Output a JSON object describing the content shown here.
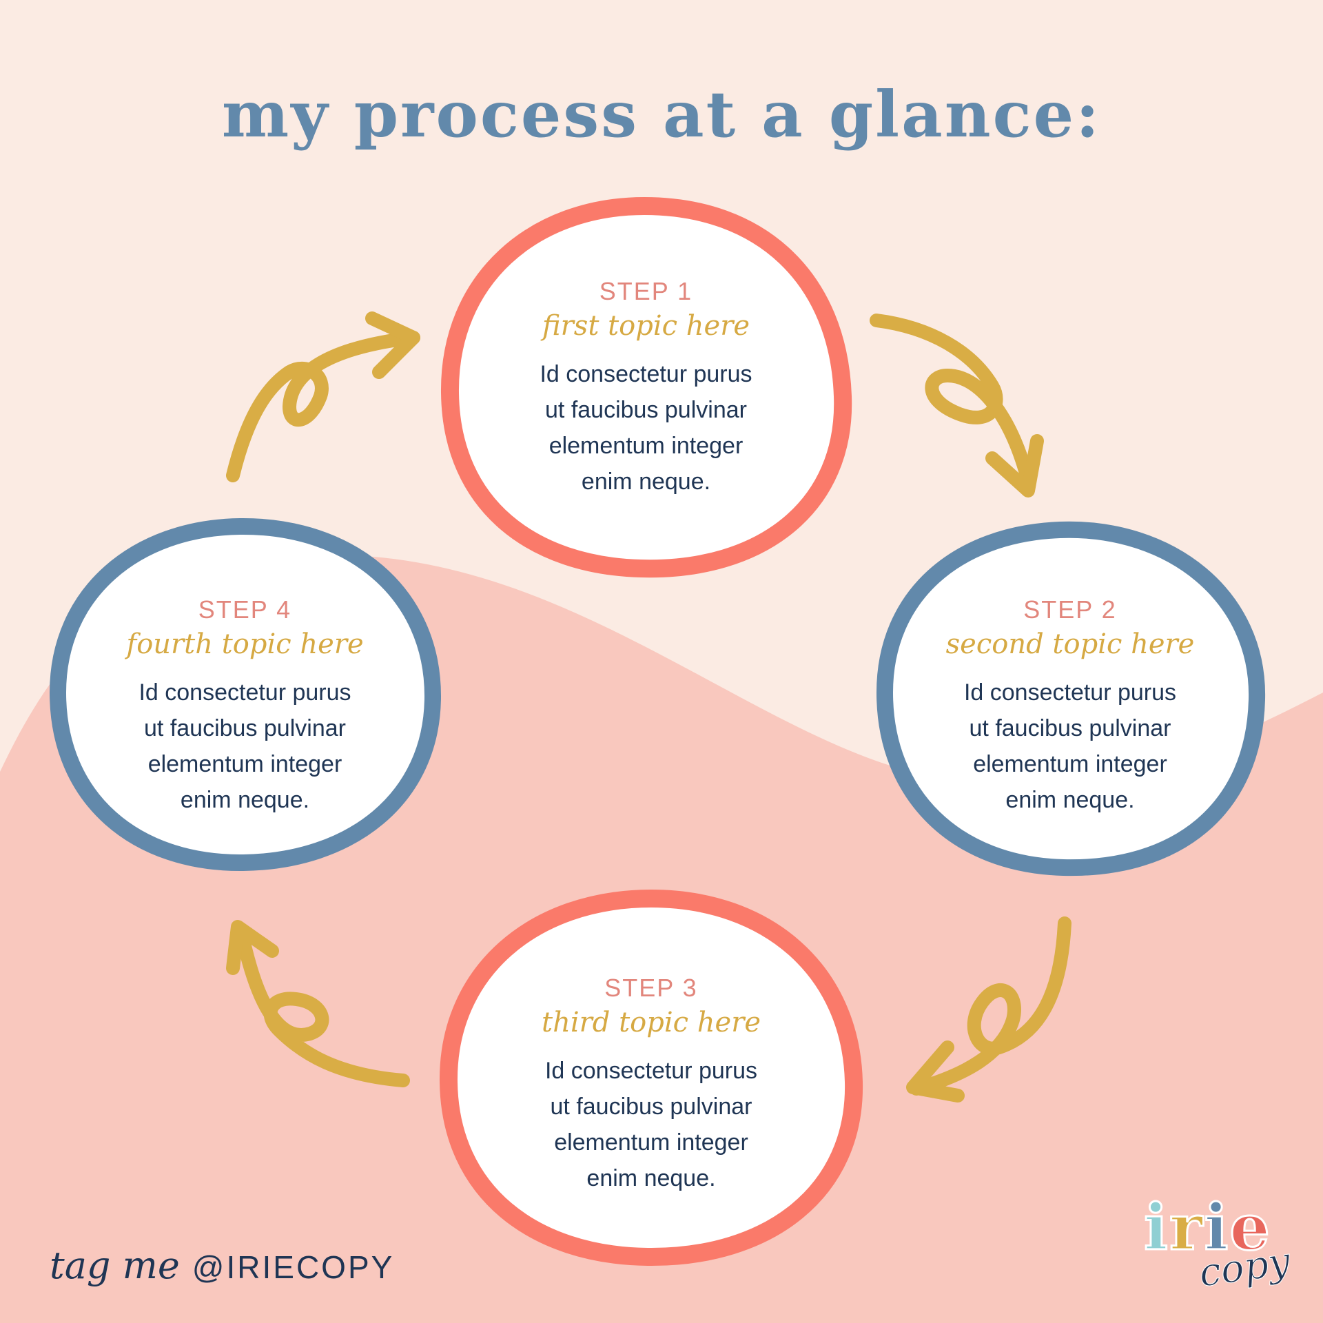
{
  "title": "my process at a glance:",
  "colors": {
    "background_light": "#fbebe3",
    "background_wave": "#f9c8be",
    "coral": "#fa7a6a",
    "blue": "#6289ab",
    "gold": "#d9ad45",
    "navy": "#1f3554"
  },
  "steps": [
    {
      "label": "STEP 1",
      "topic": "first topic here",
      "body": "Id consectetur purus\nut faucibus pulvinar\nelementum integer\nenim neque.",
      "ring_color": "#fa7a6a"
    },
    {
      "label": "STEP 2",
      "topic": "second topic here",
      "body": "Id consectetur purus\nut faucibus pulvinar\nelementum integer\nenim neque.",
      "ring_color": "#6289ab"
    },
    {
      "label": "STEP 3",
      "topic": "third topic here",
      "body": "Id consectetur purus\nut faucibus pulvinar\nelementum integer\nenim neque.",
      "ring_color": "#fa7a6a"
    },
    {
      "label": "STEP 4",
      "topic": "fourth topic here",
      "body": "Id consectetur purus\nut faucibus pulvinar\nelementum integer\nenim neque.",
      "ring_color": "#6289ab"
    }
  ],
  "arrows": [
    {
      "from": "STEP 1",
      "to": "STEP 2",
      "icon": "looped-arrow-icon"
    },
    {
      "from": "STEP 2",
      "to": "STEP 3",
      "icon": "looped-arrow-icon"
    },
    {
      "from": "STEP 3",
      "to": "STEP 4",
      "icon": "looped-arrow-icon"
    },
    {
      "from": "STEP 4",
      "to": "STEP 1",
      "icon": "looped-arrow-icon"
    }
  ],
  "footer": {
    "tag_script": "tag me",
    "handle": "@IRIECOPY"
  },
  "logo": {
    "word": "irie",
    "letters": [
      {
        "char": "i",
        "color": "#8fcfd3"
      },
      {
        "char": "r",
        "color": "#d9ad45"
      },
      {
        "char": "i",
        "color": "#6289ab"
      },
      {
        "char": "e",
        "color": "#e8665c"
      }
    ],
    "sub": "copy"
  }
}
